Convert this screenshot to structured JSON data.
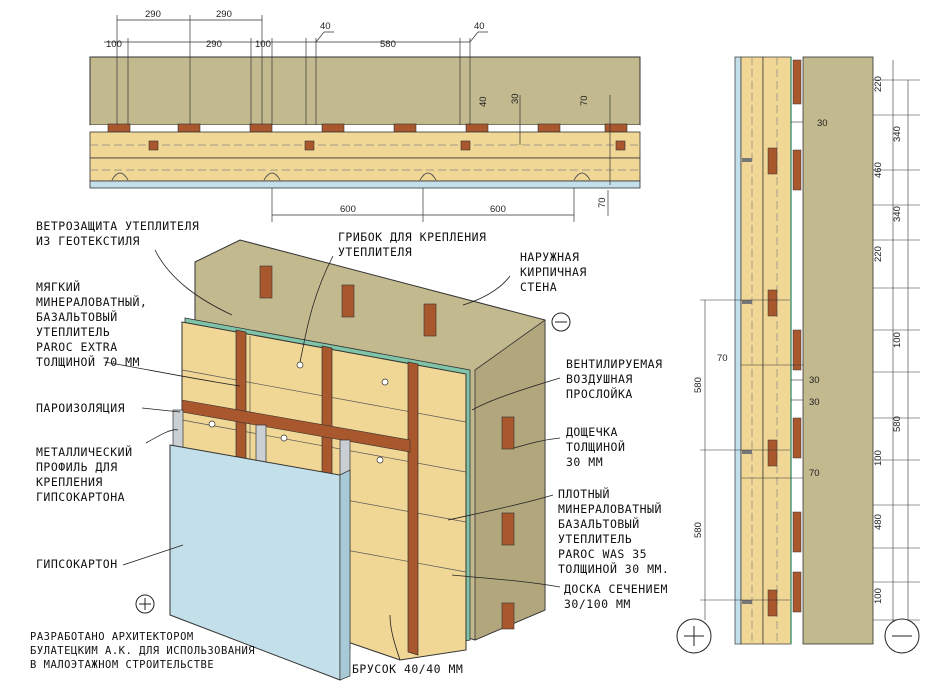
{
  "colors": {
    "brick": "#c3b98f",
    "insulation": "#f1d795",
    "batten": "#a9572c",
    "gypsum": "#c3e0ea",
    "membrane": "#7fc4a8",
    "bg": "#ffffff"
  },
  "top_plan": {
    "dims_top_row1": [
      "290",
      "290"
    ],
    "dims_top_row2": [
      "100",
      "290",
      "100",
      "580"
    ],
    "dims_top_40": [
      "40",
      "40"
    ],
    "dims_side": [
      "40",
      "30",
      "70"
    ],
    "dim_right_70": "70",
    "dims_bottom": [
      "600",
      "600"
    ]
  },
  "labels": {
    "wind_barrier": "ВЕТРОЗАЩИТА УТЕПЛИТЕЛЯ\nИЗ ГЕОТЕКСТИЛЯ",
    "soft_insulation": "МЯГКИЙ\nМИНЕРАЛОВАТНЫЙ,\nБАЗАЛЬТОВЫЙ\nУТЕПЛИТЕЛЬ\nPAROC EXTRA\nТОЛЩИНОЙ 70 ММ",
    "vapor_barrier": "ПАРОИЗОЛЯЦИЯ",
    "metal_profile": "МЕТАЛЛИЧЕСКИЙ\nПРОФИЛЬ ДЛЯ\nКРЕПЛЕНИЯ\nГИПСОКАРТОНА",
    "gypsum": "ГИПСОКАРТОН",
    "fungus": "ГРИБОК ДЛЯ КРЕПЛЕНИЯ\nУТЕПЛИТЕЛЯ",
    "outer_wall": "НАРУЖНАЯ\nКИРПИЧНАЯ\nСТЕНА",
    "air_gap": "ВЕНТИЛИРУЕМАЯ\nВОЗДУШНАЯ\nПРОСЛОЙКА",
    "board": "ДОЩЕЧКА\nТОЛЩИНОЙ\n30 ММ",
    "dense_insulation": "ПЛОТНЫЙ\nМИНЕРАЛОВАТНЫЙ\nБАЗАЛЬТОВЫЙ\nУТЕПЛИТЕЛЬ\nPAROC WAS 35\nТОЛЩИНОЙ 30 ММ.",
    "plank": "ДОСКА СЕЧЕНИЕМ\n30/100 ММ",
    "bar": "БРУСОК 40/40 ММ",
    "author": "РАЗРАБОТАНО АРХИТЕКТОРОМ\nБУЛАТЕЦКИМ А.К. ДЛЯ ИСПОЛЬЗОВАНИЯ\nВ МАЛОЭТАЖНОМ СТРОИТЕЛЬСТВЕ"
  },
  "section": {
    "dims_right": [
      "220",
      "340",
      "460",
      "340",
      "220",
      "100",
      "580",
      "100",
      "480",
      "100"
    ],
    "dims_left": [
      "580",
      "580"
    ],
    "dims_inner": [
      "30",
      "70",
      "30",
      "30",
      "70"
    ]
  },
  "symbols": {
    "plus": "+",
    "minus": "−"
  }
}
